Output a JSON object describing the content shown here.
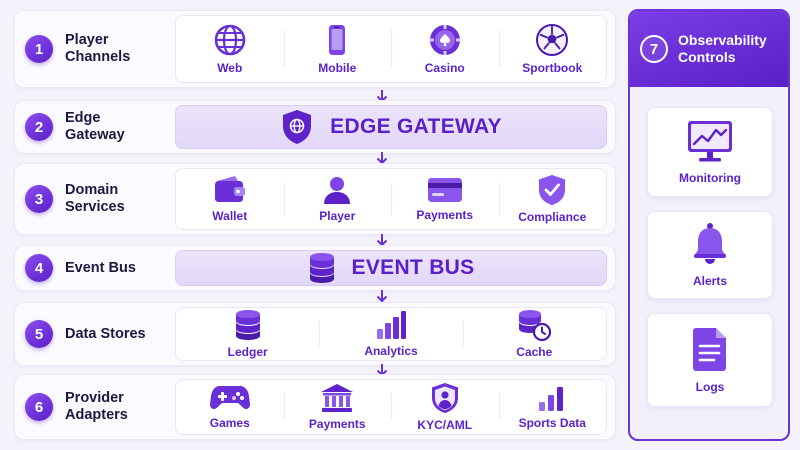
{
  "layers": [
    {
      "num": "1",
      "title_lines": [
        "Player",
        "Channels"
      ],
      "items": [
        {
          "label": "Web",
          "icon": "globe-icon"
        },
        {
          "label": "Mobile",
          "icon": "smartphone-icon"
        },
        {
          "label": "Casino",
          "icon": "casino-chip-icon"
        },
        {
          "label": "Sportbook",
          "icon": "soccer-ball-icon"
        }
      ]
    },
    {
      "num": "2",
      "title_lines": [
        "Edge",
        "Gateway"
      ],
      "banner": "EDGE GATEWAY",
      "banner_icon": "shield-globe-icon"
    },
    {
      "num": "3",
      "title_lines": [
        "Domain",
        "Services"
      ],
      "items": [
        {
          "label": "Wallet",
          "icon": "wallet-icon"
        },
        {
          "label": "Player",
          "icon": "user-icon"
        },
        {
          "label": "Payments",
          "icon": "credit-card-icon"
        },
        {
          "label": "Compliance",
          "icon": "shield-check-icon"
        }
      ]
    },
    {
      "num": "4",
      "title_lines": [
        "Event Bus"
      ],
      "banner": "EVENT BUS",
      "banner_icon": "database-icon"
    },
    {
      "num": "5",
      "title_lines": [
        "Data Stores"
      ],
      "items": [
        {
          "label": "Ledger",
          "icon": "database-icon"
        },
        {
          "label": "Analytics",
          "icon": "bar-chart-icon"
        },
        {
          "label": "Cache",
          "icon": "database-clock-icon"
        }
      ]
    },
    {
      "num": "6",
      "title_lines": [
        "Provider",
        "Adapters"
      ],
      "items": [
        {
          "label": "Games",
          "icon": "gamepad-icon"
        },
        {
          "label": "Payments",
          "icon": "bank-icon"
        },
        {
          "label": "KYC/AML",
          "icon": "shield-user-icon"
        },
        {
          "label": "Sports Data",
          "icon": "bar-chart-icon"
        }
      ]
    }
  ],
  "observability": {
    "num": "7",
    "title_lines": [
      "Observability",
      "Controls"
    ],
    "items": [
      {
        "label": "Monitoring",
        "icon": "monitor-chart-icon"
      },
      {
        "label": "Alerts",
        "icon": "bell-icon"
      },
      {
        "label": "Logs",
        "icon": "document-icon"
      }
    ]
  },
  "colors": {
    "accent": "#5a1fc7",
    "accent_light": "#8a4df0",
    "banner_bg": "#e6dcf9",
    "text_dark": "#1f1840"
  }
}
